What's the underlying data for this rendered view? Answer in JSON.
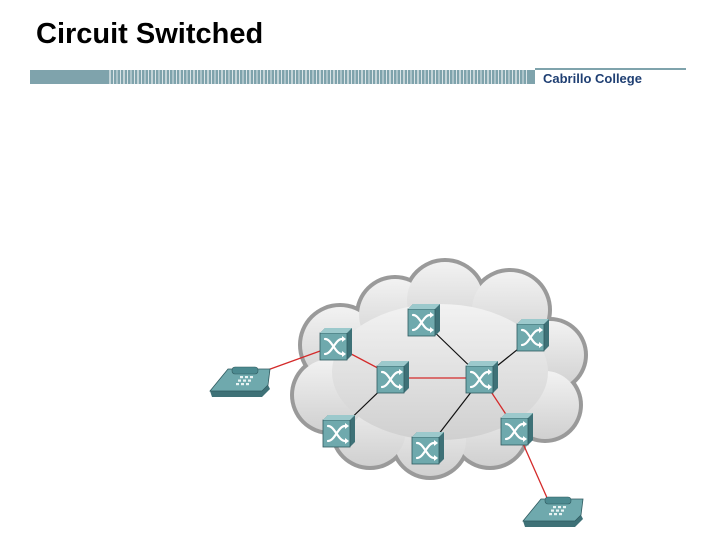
{
  "slide": {
    "title": "Circuit Switched"
  },
  "header": {
    "brand": "Cabrillo College"
  },
  "colors": {
    "title": "#000000",
    "brand": "#1f3f73",
    "bar": "#7fa3ac",
    "cloud_fill": "#d6d6d6",
    "cloud_stroke": "#9a9a9a",
    "switch_face": "#6fa9ad",
    "switch_dark": "#3e7177",
    "active_link": "#d42a2a",
    "idle_link": "#111111"
  },
  "diagram": {
    "switches": [
      "switch-a",
      "switch-b",
      "switch-c",
      "switch-d",
      "switch-e",
      "switch-f",
      "switch-g",
      "switch-h"
    ],
    "phones": [
      "phone-left",
      "phone-right"
    ],
    "circuit_path": [
      "phone-left",
      "switch-a",
      "switch-d",
      "switch-e",
      "switch-g",
      "phone-right"
    ]
  }
}
